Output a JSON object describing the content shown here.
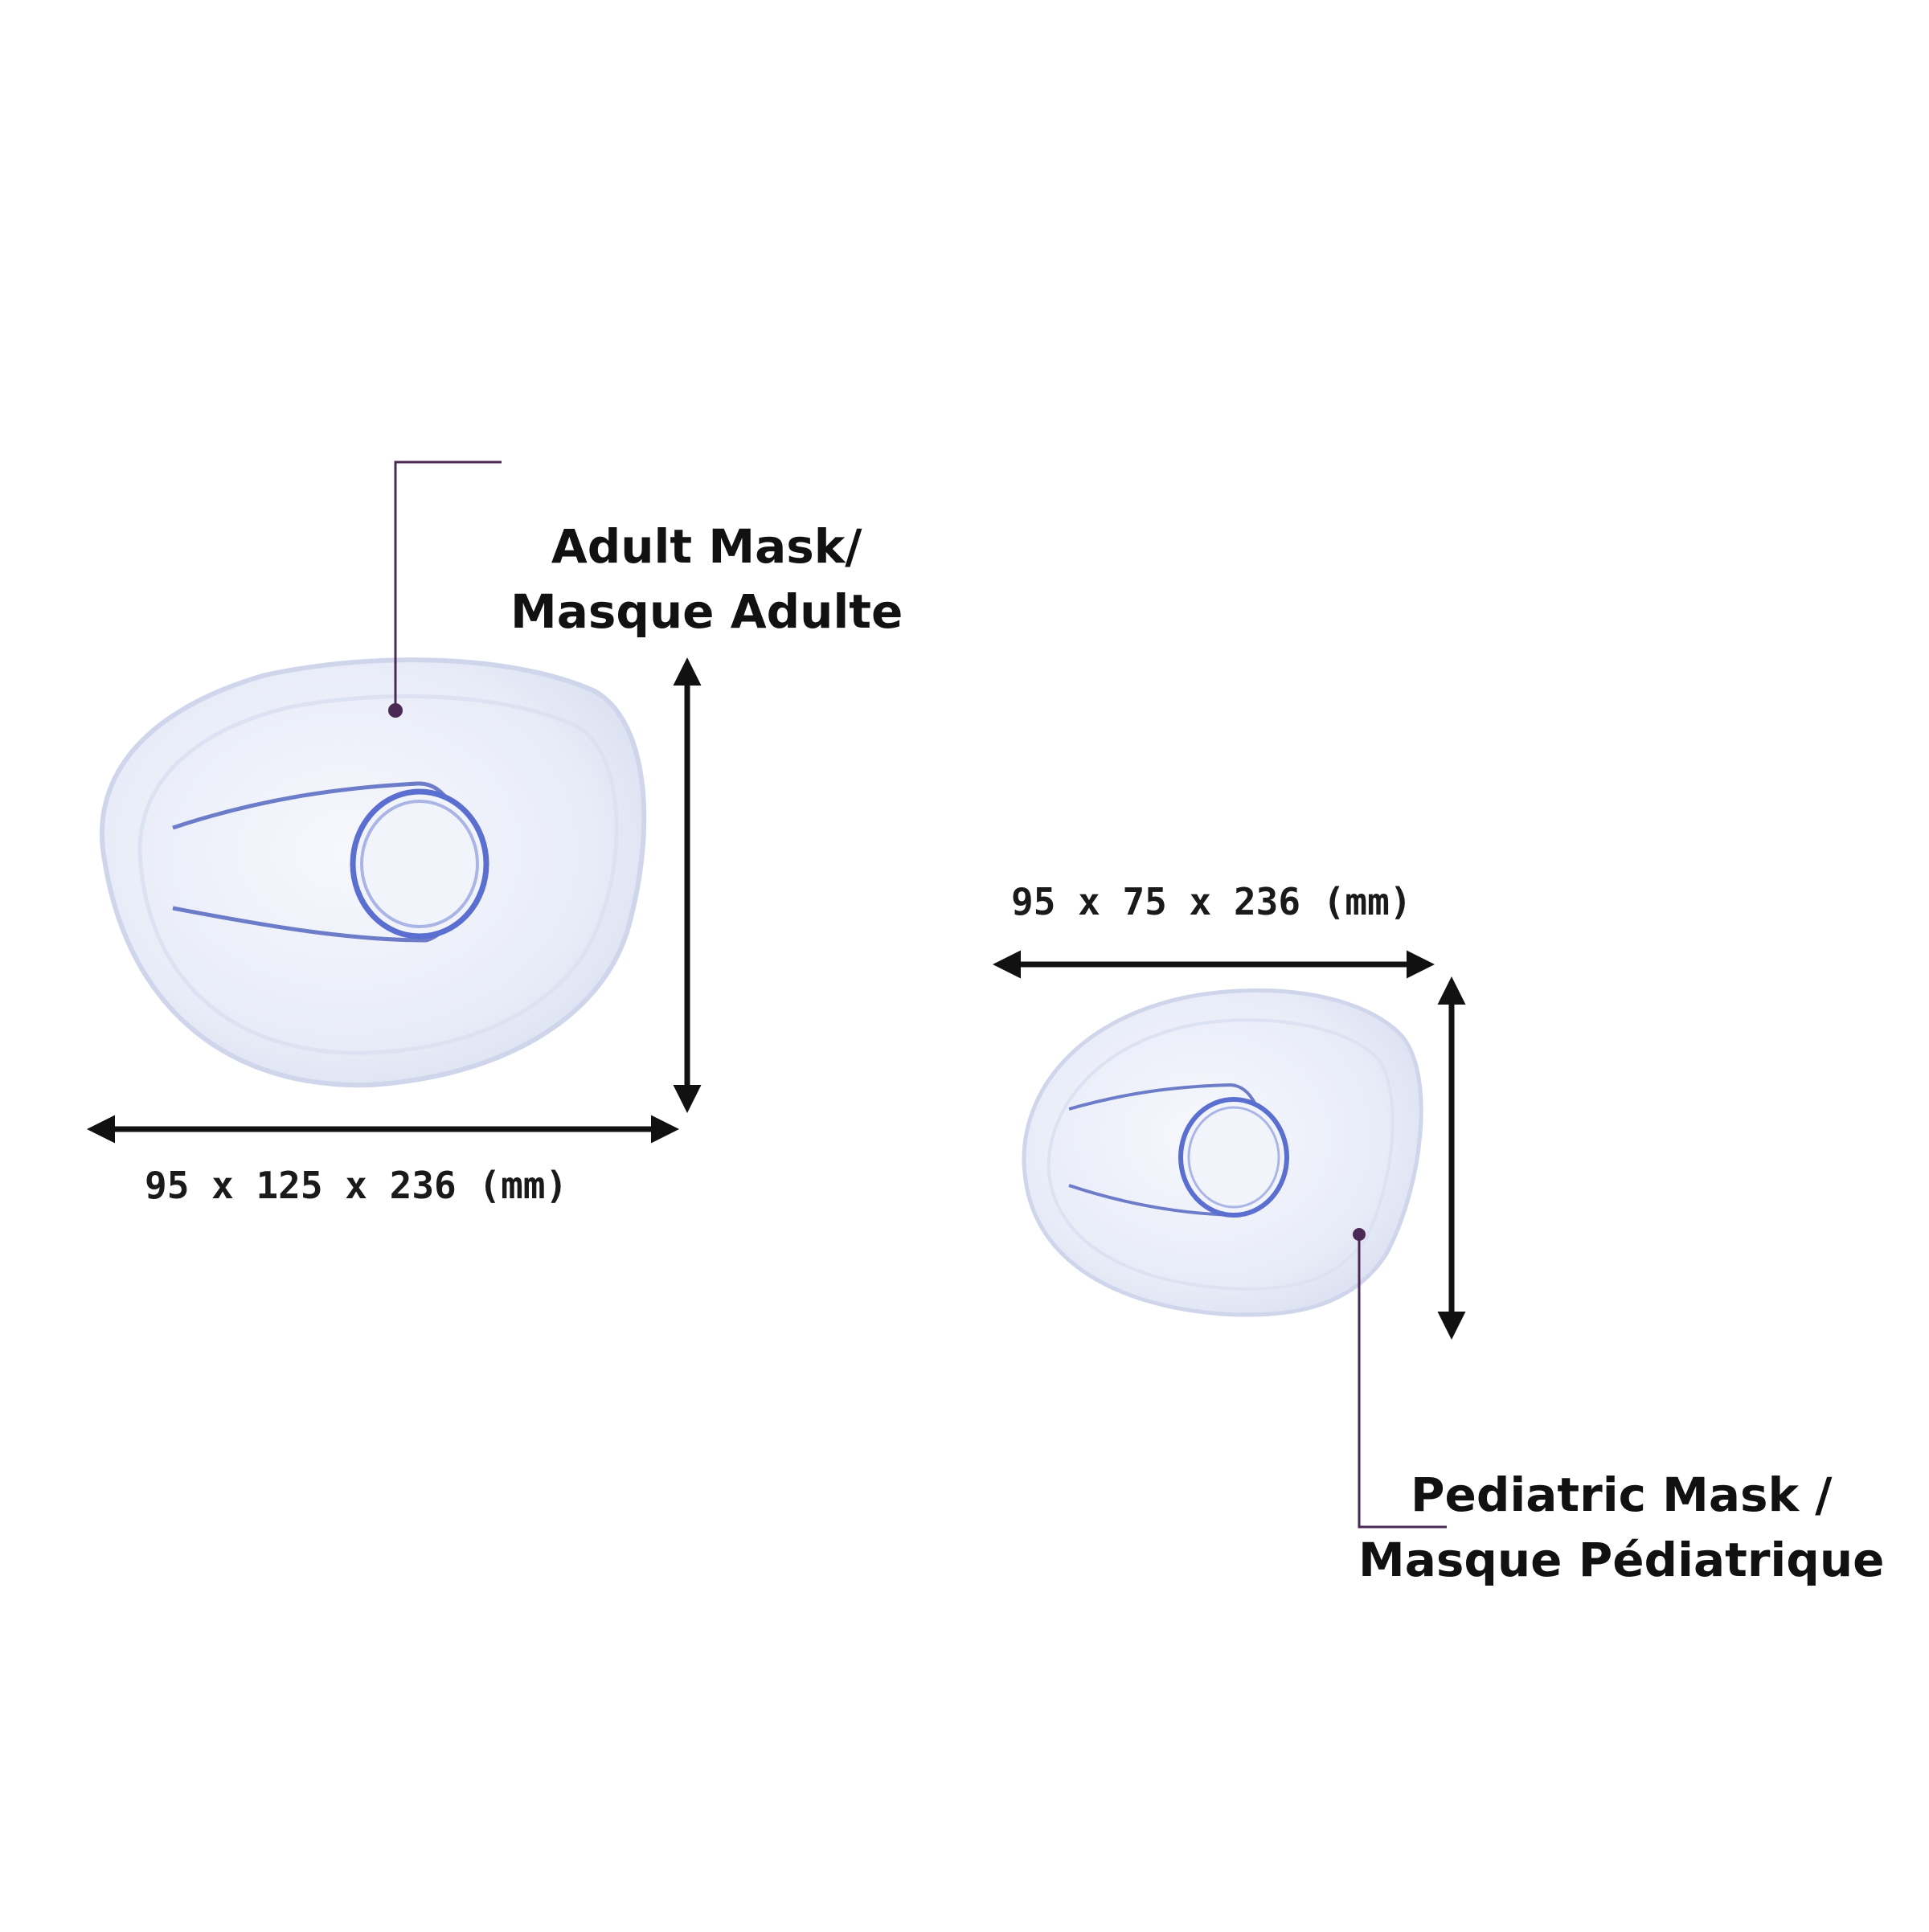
{
  "adult": {
    "title_line1": "Adult Mask/",
    "title_line2": "Masque Adulte",
    "dimensions": "95 x 125 x 236 (mm)"
  },
  "pediatric": {
    "title_line1": "Pediatric Mask /",
    "title_line2": "Masque Pédiatrique",
    "dimensions": "95 x 75 x 236 (mm)"
  },
  "colors": {
    "background": "#ffffff",
    "leader_line": "#4a2a55",
    "arrow": "#111111",
    "mask_body": "#eef1fa",
    "mask_ring": "#5b6fd0"
  }
}
